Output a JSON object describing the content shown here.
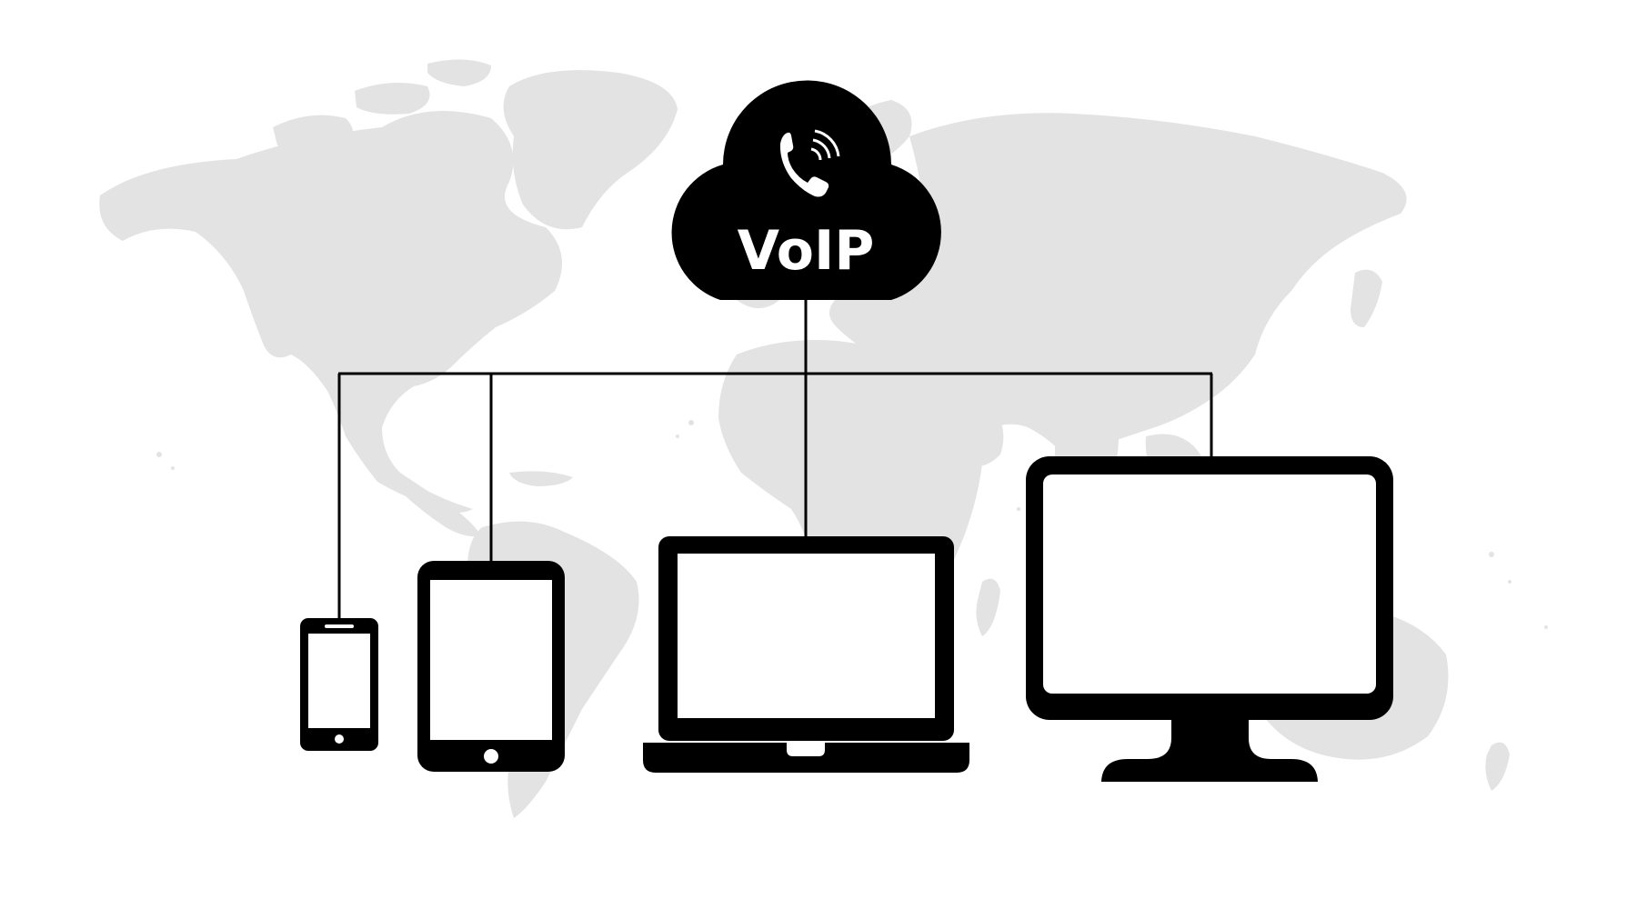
{
  "cloud": {
    "label": "VoIP",
    "icon": "phone-calling-icon"
  },
  "devices": [
    {
      "name": "smartphone",
      "icon": "smartphone-icon"
    },
    {
      "name": "tablet",
      "icon": "tablet-icon"
    },
    {
      "name": "laptop",
      "icon": "laptop-icon"
    },
    {
      "name": "desktop-monitor",
      "icon": "monitor-icon"
    }
  ],
  "background": {
    "icon": "world-map-icon"
  },
  "colors": {
    "background": "#ffffff",
    "map": "#e3e3e3",
    "foreground": "#000000",
    "label": "#ffffff"
  }
}
